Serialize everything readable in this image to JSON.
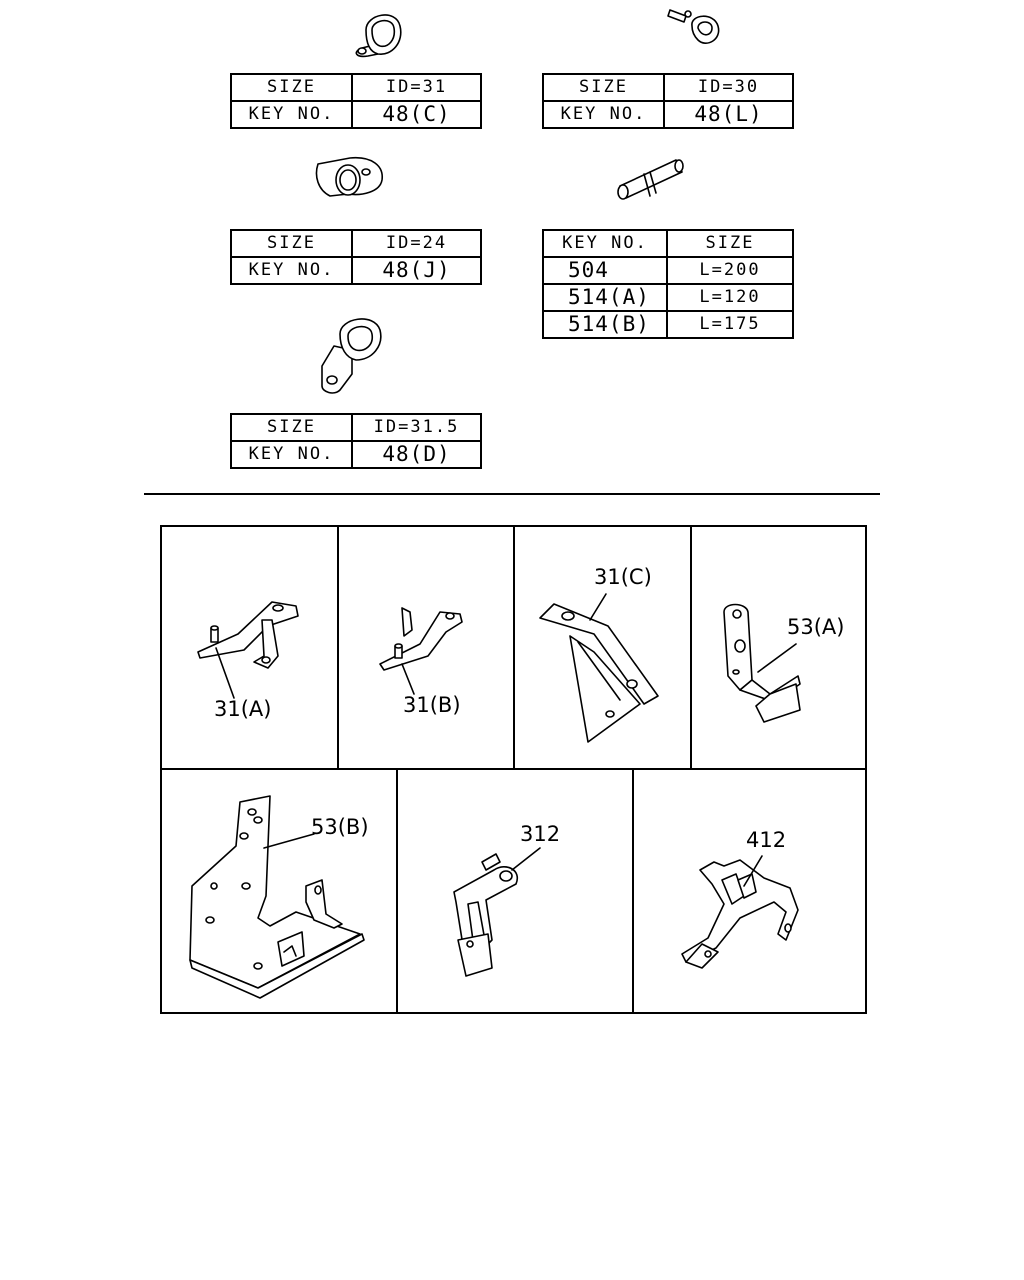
{
  "clamp_tables": [
    {
      "rows": [
        [
          "SIZE",
          "ID=31"
        ],
        [
          "KEY NO.",
          "48(C)"
        ]
      ]
    },
    {
      "rows": [
        [
          "SIZE",
          "ID=30"
        ],
        [
          "KEY NO.",
          "48(L)"
        ]
      ]
    },
    {
      "rows": [
        [
          "SIZE",
          "ID=24"
        ],
        [
          "KEY NO.",
          "48(J)"
        ]
      ]
    },
    {
      "rows": [
        [
          "SIZE",
          "ID=31.5"
        ],
        [
          "KEY NO.",
          "48(D)"
        ]
      ]
    }
  ],
  "hose_table": {
    "header": [
      "KEY NO.",
      "SIZE"
    ],
    "rows": [
      [
        "504",
        "L=200"
      ],
      [
        "514(A)",
        "L=120"
      ],
      [
        "514(B)",
        "L=175"
      ]
    ]
  },
  "callouts": {
    "p31a": "31(A)",
    "p31b": "31(B)",
    "p31c": "31(C)",
    "p53a": "53(A)",
    "p53b": "53(B)",
    "p312": "312",
    "p412": "412"
  }
}
